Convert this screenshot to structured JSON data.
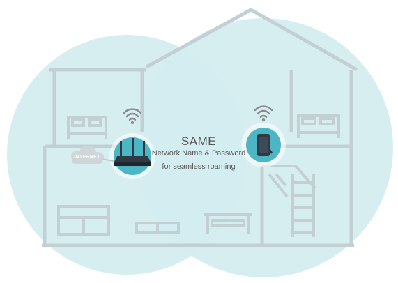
{
  "diagram": {
    "title": "SAME",
    "subtitle_line1": "Network Name & Password",
    "subtitle_line2": "for seamless roaming",
    "internet_label": "INTERNET"
  },
  "colors": {
    "coverage_circle": "#d3ecf0",
    "house_outline": "#c2d0d4",
    "device_circle": "#4cb6c4",
    "device_dark": "#2f3a45",
    "wifi_icon": "#8a8a8a",
    "text": "#5a5a5a"
  },
  "icons": [
    "router-icon",
    "range-extender-icon",
    "wifi-icon",
    "internet-cloud-icon"
  ]
}
